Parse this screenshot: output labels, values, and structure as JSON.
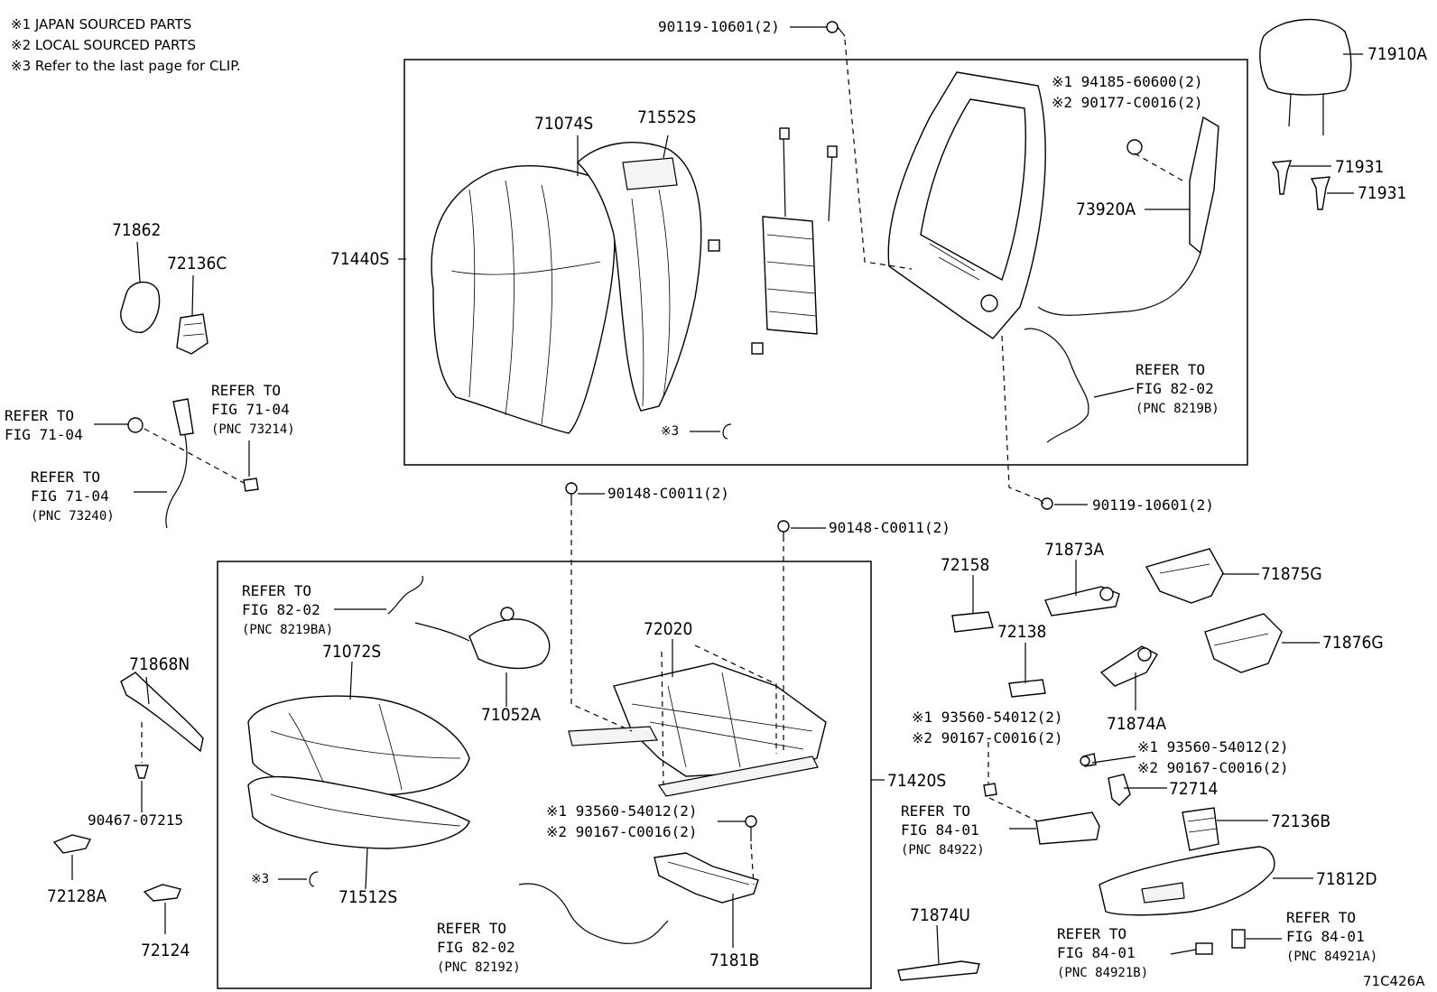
{
  "notes": [
    "※1 JAPAN SOURCED PARTS",
    "※2 LOCAL SOURCED PARTS",
    "※3 Refer to the last page for CLIP."
  ],
  "parts": {
    "p71910A": "71910A",
    "p71931a": "71931",
    "p71931b": "71931",
    "p71074S": "71074S",
    "p71552S": "71552S",
    "p71440S": "71440S",
    "p73920A": "73920A",
    "p71862": "71862",
    "p72136C": "72136C",
    "p71868N": "71868N",
    "p90467": "90467-07215",
    "p72128A": "72128A",
    "p72124": "72124",
    "p71072S": "71072S",
    "p71052A": "71052A",
    "p72020": "72020",
    "p71512S": "71512S",
    "p71420S": "71420S",
    "p7181B": "7181B",
    "p72158": "72158",
    "p71873A": "71873A",
    "p71875G": "71875G",
    "p72138": "72138",
    "p71876G": "71876G",
    "p71874A": "71874A",
    "p72714": "72714",
    "p72136B": "72136B",
    "p71812D": "71812D",
    "p71874U": "71874U",
    "bolt_top": "90119-10601(2)",
    "bolt_mid_right": "90119-10601(2)",
    "bolt_90148_a": "90148-C0011(2)",
    "bolt_90148_b": "90148-C0011(2)",
    "bolt_back_1": "※1 94185-60600(2)",
    "bolt_back_2": "※2 90177-C0016(2)",
    "nut_rail_1": "※1 93560-54012(2)",
    "nut_rail_2": "※2 90167-C0016(2)",
    "nut_sw_1": "※1 93560-54012(2)",
    "nut_sw_2": "※2 90167-C0016(2)",
    "nut_72714_1": "※1 93560-54012(2)",
    "nut_72714_2": "※2 90167-C0016(2)",
    "clip_back": "※3",
    "clip_cushion": "※3"
  },
  "refs": {
    "r1": [
      "REFER TO",
      "FIG 71-04"
    ],
    "r2": [
      "REFER TO",
      "FIG 71-04",
      "(PNC 73214)"
    ],
    "r3": [
      "REFER TO",
      "FIG 71-04",
      "(PNC 73240)"
    ],
    "r4": [
      "REFER TO",
      "FIG 82-02",
      "(PNC 8219B)"
    ],
    "r5": [
      "REFER TO",
      "FIG 82-02",
      "(PNC 8219BA)"
    ],
    "r6": [
      "REFER TO",
      "FIG 82-02",
      "(PNC 82192)"
    ],
    "r7": [
      "REFER TO",
      "FIG 84-01",
      "(PNC 84922)"
    ],
    "r8": [
      "REFER TO",
      "FIG 84-01",
      "(PNC 84921B)"
    ],
    "r9": [
      "REFER TO",
      "FIG 84-01",
      "(PNC 84921A)"
    ]
  },
  "figure_code": "71C426A"
}
